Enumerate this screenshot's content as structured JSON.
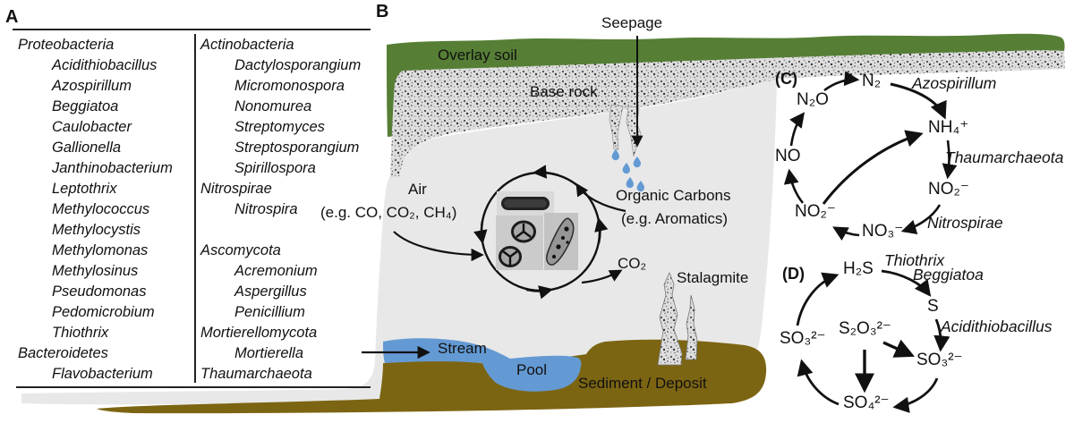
{
  "colors": {
    "soil_green": "#567f35",
    "cave_gray": "#e8e8e8",
    "water_blue": "#649ad4",
    "sediment_brown": "#7c6512",
    "line_black": "#111111"
  },
  "panel_a": {
    "label": "A",
    "left_column": [
      {
        "name": "Proteobacteria",
        "indent": false
      },
      {
        "name": "Acidithiobacillus",
        "indent": true
      },
      {
        "name": "Azospirillum",
        "indent": true
      },
      {
        "name": "Beggiatoa",
        "indent": true
      },
      {
        "name": "Caulobacter",
        "indent": true
      },
      {
        "name": "Gallionella",
        "indent": true
      },
      {
        "name": "Janthinobacterium",
        "indent": true
      },
      {
        "name": "Leptothrix",
        "indent": true
      },
      {
        "name": "Methylococcus",
        "indent": true
      },
      {
        "name": "Methylocystis",
        "indent": true
      },
      {
        "name": "Methylomonas",
        "indent": true
      },
      {
        "name": "Methylosinus",
        "indent": true
      },
      {
        "name": "Pseudomonas",
        "indent": true
      },
      {
        "name": "Pedomicrobium",
        "indent": true
      },
      {
        "name": "Thiothrix",
        "indent": true
      },
      {
        "name": "Bacteroidetes",
        "indent": false
      },
      {
        "name": "Flavobacterium",
        "indent": true
      }
    ],
    "right_column": [
      {
        "name": "Actinobacteria",
        "indent": false
      },
      {
        "name": "Dactylosporangium",
        "indent": true
      },
      {
        "name": "Micromonospora",
        "indent": true
      },
      {
        "name": "Nonomurea",
        "indent": true
      },
      {
        "name": "Streptomyces",
        "indent": true
      },
      {
        "name": "Streptosporangium",
        "indent": true
      },
      {
        "name": "Spirillospora",
        "indent": true
      },
      {
        "name": "Nitrospirae",
        "indent": false
      },
      {
        "name": "Nitrospira",
        "indent": true
      },
      {
        "name": "",
        "indent": false
      },
      {
        "name": "Ascomycota",
        "indent": false
      },
      {
        "name": "Acremonium",
        "indent": true
      },
      {
        "name": "Aspergillus",
        "indent": true
      },
      {
        "name": "Penicillium",
        "indent": true
      },
      {
        "name": "Mortierellomycota",
        "indent": false
      },
      {
        "name": "Mortierella",
        "indent": true
      },
      {
        "name": "Thaumarchaeota",
        "indent": false
      }
    ]
  },
  "panel_b": {
    "label": "B",
    "seepage": "Seepage",
    "overlay_soil": "Overlay soil",
    "base_rock": "Base rock",
    "air_title": "Air",
    "air_examples": "(e.g. CO, CO₂, CH₄)",
    "organic_title": "Organic Carbons",
    "organic_examples": "(e.g. Aromatics)",
    "co2_out": "CO₂",
    "stalagmite": "Stalagmite",
    "stream": "Stream",
    "pool": "Pool",
    "sediment": "Sediment / Deposit"
  },
  "panel_c": {
    "label": "(C)",
    "n2o": "N₂O",
    "n2": "N₂",
    "nh4": "NH₄⁺",
    "no": "NO",
    "no2_right": "NO₂⁻",
    "no3": "NO₃⁻",
    "no2_left": "NO₂⁻",
    "azospirillum": "Azospirillum",
    "thaumarchaeota": "Thaumarchaeota",
    "nitrospirae": "Nitrospirae"
  },
  "panel_d": {
    "label": "(D)",
    "h2s": "H₂S",
    "s": "S",
    "so3_left": "SO₃²⁻",
    "s2o3": "S₂O₃²⁻",
    "so3_right": "SO₃²⁻",
    "so4": "SO₄²⁻",
    "thiothrix": "Thiothrix",
    "beggiatoa": "Beggiatoa",
    "acidithiobacillus": "Acidithiobacillus"
  }
}
